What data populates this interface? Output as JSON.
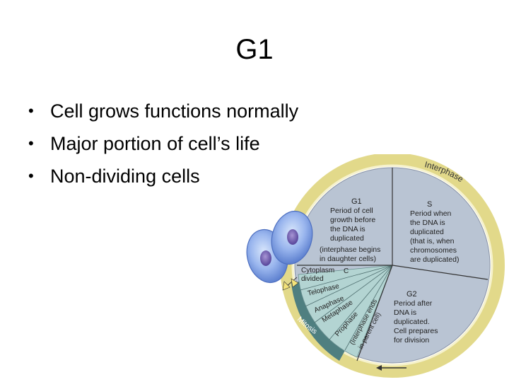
{
  "slide": {
    "title": "G1",
    "bullets": [
      "Cell grows functions normally",
      "Major portion of cell’s life",
      "Non-dividing cells"
    ],
    "bullet_symbol": "•"
  },
  "diagram": {
    "ring_label": "Interphase",
    "g1": {
      "heading": "G1",
      "lines": [
        "Period of cell",
        "growth before",
        "the DNA is",
        "duplicated",
        "(interphase begins",
        "in daughter cells)"
      ]
    },
    "s": {
      "heading": "S",
      "lines": [
        "Period when",
        "the DNA is",
        "duplicated",
        "(that is, when",
        "chromosomes",
        "are duplicated)"
      ]
    },
    "g2": {
      "heading": "G2",
      "lines": [
        "Period after",
        "DNA is",
        "duplicated.",
        "Cell prepares",
        "for division"
      ]
    },
    "cytoplasm": {
      "lines": [
        "Cytoplasm",
        "divided"
      ],
      "letter": "C"
    },
    "phases": [
      "Telophase",
      "Anaphase",
      "Metaphase",
      "Prophase"
    ],
    "interphase_end": [
      "(Interphase ends",
      "in parent cell)"
    ],
    "mitosis_label": "Mitosis",
    "colors": {
      "pie_fill": "#b9c4d3",
      "ring_outer": "#e2d98a",
      "ring_inner": "#f6f2cc",
      "mitosis_dark": "#4f7f80",
      "wedge_light": "#b3d4d2",
      "cell_blue": "#7f9ee6",
      "nucleus": "#6b55a8"
    }
  }
}
